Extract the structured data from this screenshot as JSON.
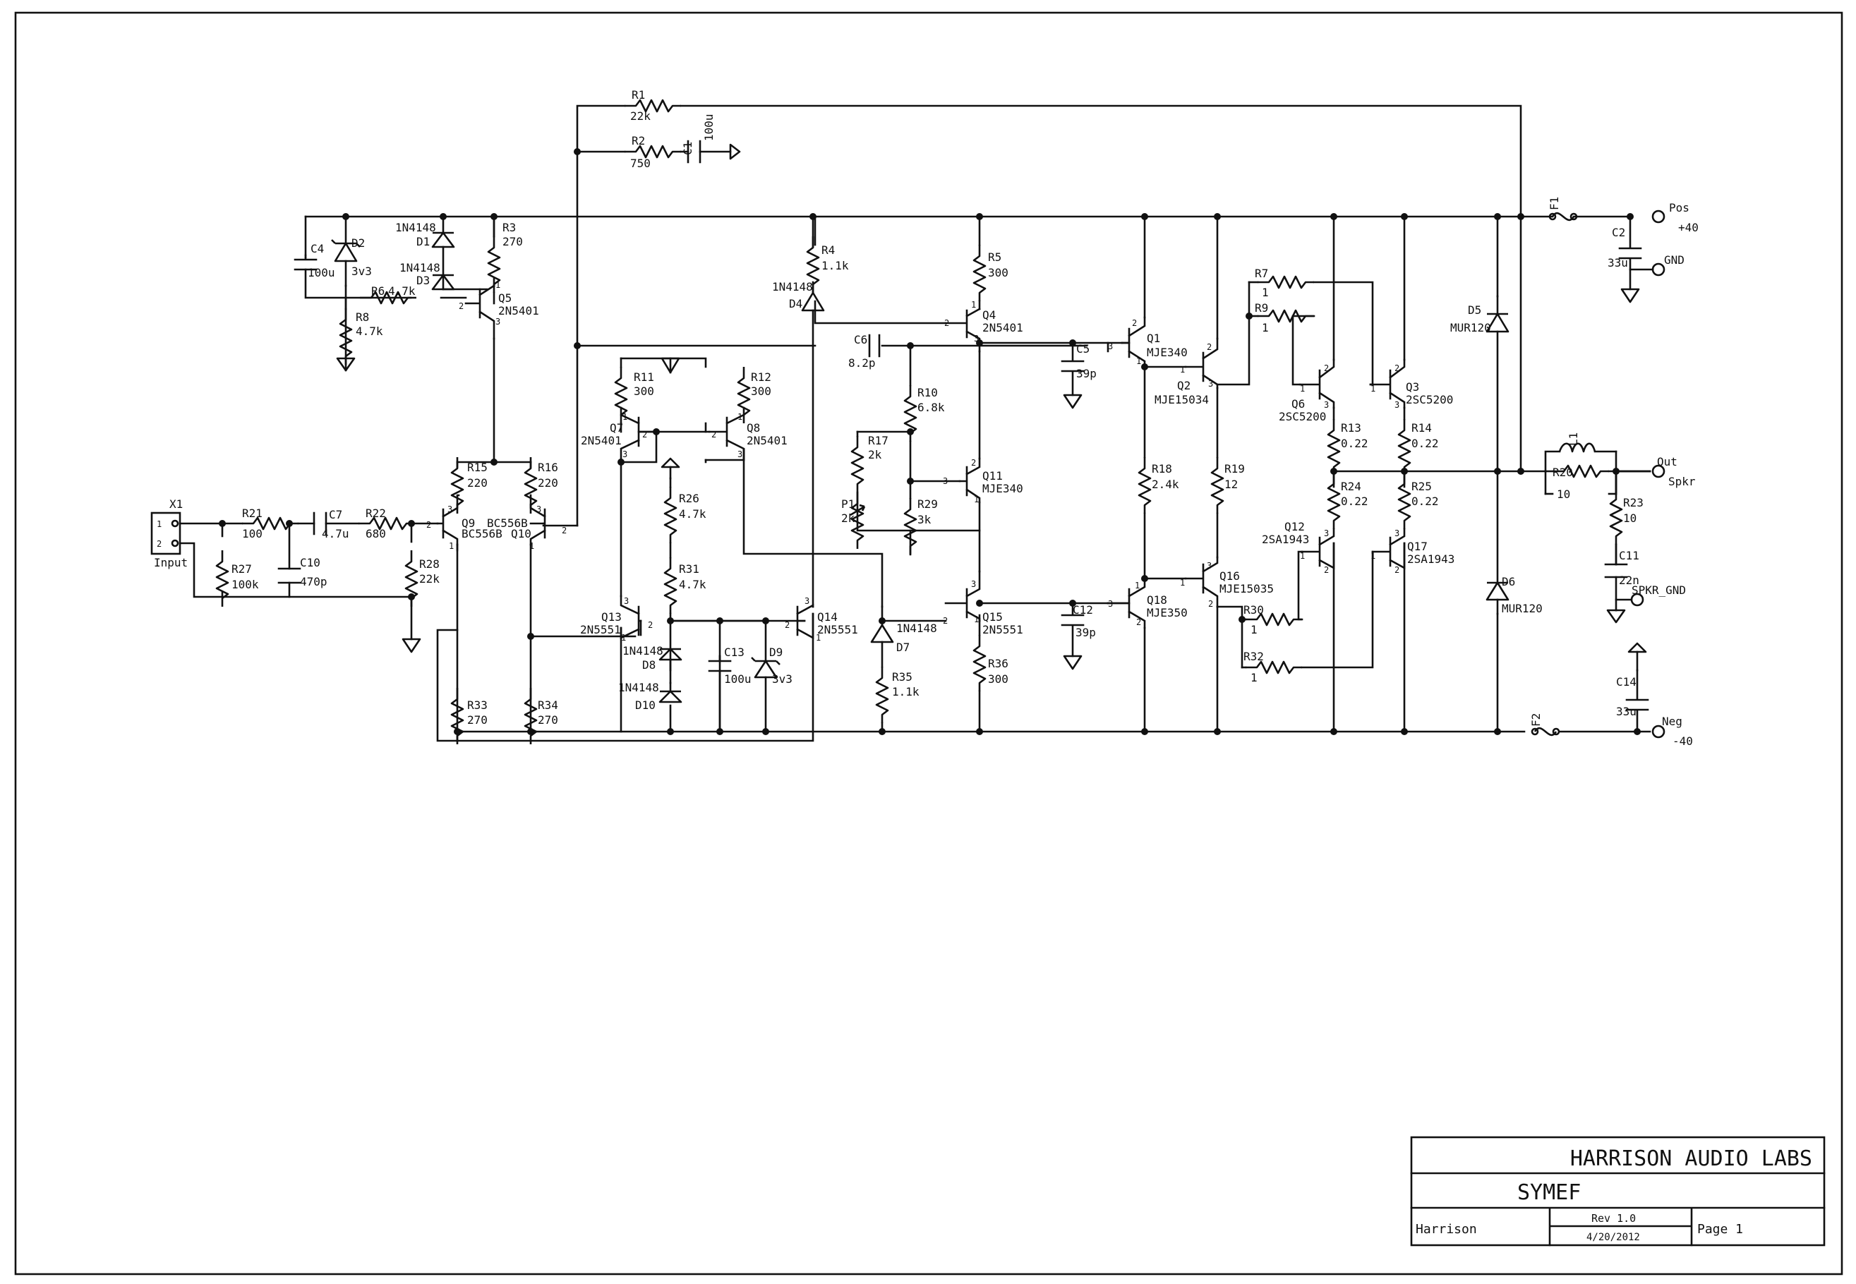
{
  "title_block": {
    "company": "HARRISON AUDIO LABS",
    "project": "SYMEF",
    "author": "Harrison",
    "revision": "Rev 1.0",
    "date": "4/20/2012",
    "page": "Page 1"
  },
  "ports": {
    "input_name": "X1",
    "input_label": "Input",
    "pin1": "1",
    "pin2": "2",
    "pos_name": "Pos",
    "pos_value": "+40",
    "gnd_name": "GND",
    "out_name": "Out",
    "out_value": "Spkr",
    "spkr_gnd": "SPKR_GND",
    "neg_name": "Neg",
    "neg_value": "-40"
  },
  "resistors": {
    "R1": [
      "R1",
      "22k"
    ],
    "R2": [
      "R2",
      "750"
    ],
    "R3": [
      "R3",
      "270"
    ],
    "R4": [
      "R4",
      "1.1k"
    ],
    "R5": [
      "R5",
      "300"
    ],
    "R6": [
      "R6",
      "4.7k"
    ],
    "R7": [
      "R7",
      "1"
    ],
    "R8": [
      "R8",
      "4.7k"
    ],
    "R9": [
      "R9",
      "1"
    ],
    "R10": [
      "R10",
      "6.8k"
    ],
    "R11": [
      "R11",
      "300"
    ],
    "R12": [
      "R12",
      "300"
    ],
    "R13": [
      "R13",
      "0.22"
    ],
    "R14": [
      "R14",
      "0.22"
    ],
    "R15": [
      "R15",
      "220"
    ],
    "R16": [
      "R16",
      "220"
    ],
    "R17": [
      "R17",
      "2k"
    ],
    "R18": [
      "R18",
      "2.4k"
    ],
    "R19": [
      "R19",
      "12"
    ],
    "R20": [
      "R20",
      "10"
    ],
    "R21": [
      "R21",
      "100"
    ],
    "R22": [
      "R22",
      "680"
    ],
    "R23": [
      "R23",
      "10"
    ],
    "R24": [
      "R24",
      "0.22"
    ],
    "R25": [
      "R25",
      "0.22"
    ],
    "R26": [
      "R26",
      "4.7k"
    ],
    "R27": [
      "R27",
      "100k"
    ],
    "R28": [
      "R28",
      "22k"
    ],
    "R29": [
      "R29",
      "3k"
    ],
    "R30": [
      "R30",
      "1"
    ],
    "R31": [
      "R31",
      "4.7k"
    ],
    "R32": [
      "R32",
      "1"
    ],
    "R33": [
      "R33",
      "270"
    ],
    "R34": [
      "R34",
      "270"
    ],
    "R35": [
      "R35",
      "1.1k"
    ],
    "R36": [
      "R36",
      "300"
    ],
    "P1": [
      "P1",
      "2k"
    ]
  },
  "capacitors": {
    "C1": [
      "C1",
      "100u"
    ],
    "C2": [
      "C2",
      "33u"
    ],
    "C4": [
      "C4",
      "100u"
    ],
    "C5": [
      "C5",
      "39p"
    ],
    "C6": [
      "C6",
      "8.2p"
    ],
    "C7": [
      "C7",
      "4.7u"
    ],
    "C10": [
      "C10",
      "470p"
    ],
    "C11": [
      "C11",
      "22n"
    ],
    "C12": [
      "C12",
      "39p"
    ],
    "C13": [
      "C13",
      "100u"
    ],
    "C14": [
      "C14",
      "33u"
    ]
  },
  "diodes": {
    "D1": [
      "D1",
      "1N4148"
    ],
    "D2": [
      "D2",
      "3v3"
    ],
    "D3": [
      "D3",
      "1N4148"
    ],
    "D4": [
      "D4",
      "1N4148"
    ],
    "D5": [
      "D5",
      "MUR120"
    ],
    "D6": [
      "D6",
      "MUR120"
    ],
    "D7": [
      "D7",
      "1N4148"
    ],
    "D8": [
      "D8",
      "1N4148"
    ],
    "D9": [
      "D9",
      "3v3"
    ],
    "D10": [
      "D10",
      "1N4148"
    ]
  },
  "transistors": {
    "Q1": [
      "Q1",
      "MJE340"
    ],
    "Q2": [
      "Q2",
      "MJE15034"
    ],
    "Q3": [
      "Q3",
      "2SC5200"
    ],
    "Q4": [
      "Q4",
      "2N5401"
    ],
    "Q5": [
      "Q5",
      "2N5401"
    ],
    "Q6": [
      "Q6",
      "2SC5200"
    ],
    "Q7": [
      "Q7",
      "2N5401"
    ],
    "Q8": [
      "Q8",
      "2N5401"
    ],
    "Q9": [
      "Q9",
      "BC556B"
    ],
    "Q10": [
      "Q10",
      "BC556B"
    ],
    "Q11": [
      "Q11",
      "MJE340"
    ],
    "Q12": [
      "Q12",
      "2SA1943"
    ],
    "Q13": [
      "Q13",
      "2N5551"
    ],
    "Q14": [
      "Q14",
      "2N5551"
    ],
    "Q15": [
      "Q15",
      "2N5551"
    ],
    "Q16": [
      "Q16",
      "MJE15035"
    ],
    "Q17": [
      "Q17",
      "2SA1943"
    ],
    "Q18": [
      "Q18",
      "MJE350"
    ]
  },
  "other": {
    "F1": "F1",
    "F2": "F2",
    "L1": "L1"
  }
}
